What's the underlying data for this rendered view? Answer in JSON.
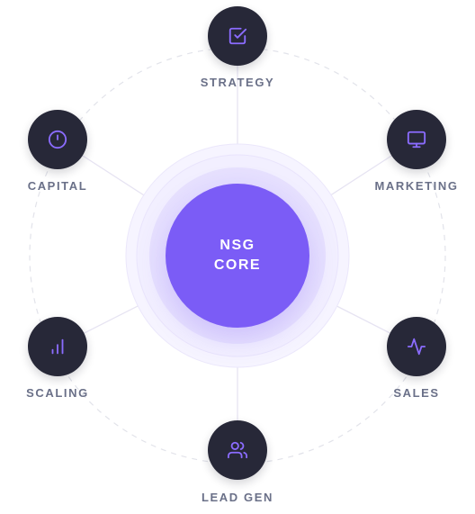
{
  "core": {
    "line1": "NSG",
    "line2": "CORE"
  },
  "nodes": {
    "strategy": {
      "label": "STRATEGY",
      "icon": "edit-checkbox-icon"
    },
    "marketing": {
      "label": "MARKETING",
      "icon": "monitor-icon"
    },
    "sales": {
      "label": "SALES",
      "icon": "activity-pulse-icon"
    },
    "lead_gen": {
      "label": "LEAD GEN",
      "icon": "users-icon"
    },
    "scaling": {
      "label": "SCALING",
      "icon": "bar-chart-icon"
    },
    "capital": {
      "label": "CAPITAL",
      "icon": "clock-circle-icon"
    }
  },
  "colors": {
    "core": "#7b5cf6",
    "node_bg": "#272838",
    "icon": "#8b6cff",
    "label": "#6a7088",
    "spoke": "#e6e3f2",
    "orbit": "#e2e3ea"
  }
}
